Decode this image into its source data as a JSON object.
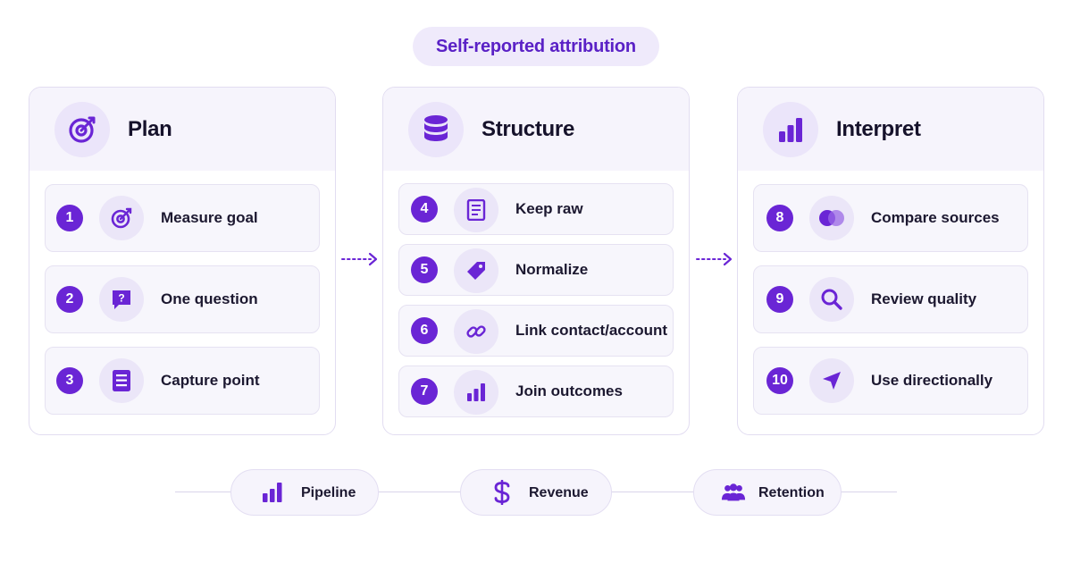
{
  "title": "Self-reported attribution",
  "colors": {
    "accent": "#6a25d5",
    "accent_soft": "#ebe5fa",
    "panel_head": "#f6f4fc",
    "text": "#16122b"
  },
  "panels": [
    {
      "title": "Plan",
      "icon": "target-icon",
      "steps": [
        {
          "num": "1",
          "label": "Measure goal",
          "icon": "target-icon"
        },
        {
          "num": "2",
          "label": "One question",
          "icon": "question-bubble-icon"
        },
        {
          "num": "3",
          "label": "Capture point",
          "icon": "form-icon"
        }
      ]
    },
    {
      "title": "Structure",
      "icon": "database-icon",
      "steps": [
        {
          "num": "4",
          "label": "Keep raw",
          "icon": "document-icon"
        },
        {
          "num": "5",
          "label": "Normalize",
          "icon": "tag-icon"
        },
        {
          "num": "6",
          "label": "Link contact/account",
          "icon": "link-icon"
        },
        {
          "num": "7",
          "label": "Join outcomes",
          "icon": "bar-chart-icon"
        }
      ]
    },
    {
      "title": "Interpret",
      "icon": "bar-chart-icon",
      "steps": [
        {
          "num": "8",
          "label": "Compare sources",
          "icon": "overlap-circles-icon"
        },
        {
          "num": "9",
          "label": "Review quality",
          "icon": "magnifier-icon"
        },
        {
          "num": "10",
          "label": "Use directionally",
          "icon": "navigation-arrow-icon"
        }
      ]
    }
  ],
  "outcomes": [
    {
      "label": "Pipeline",
      "icon": "bar-chart-icon"
    },
    {
      "label": "Revenue",
      "icon": "dollar-icon"
    },
    {
      "label": "Retention",
      "icon": "people-icon"
    }
  ]
}
